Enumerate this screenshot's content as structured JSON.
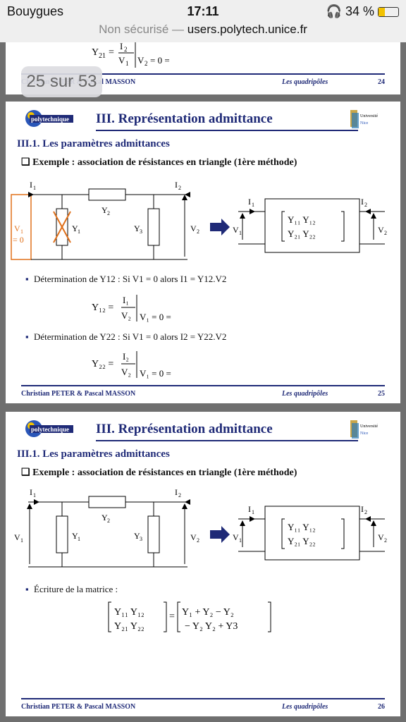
{
  "status": {
    "carrier": "Bouygues",
    "time": "17:11",
    "battery": "34 %"
  },
  "urlbar": {
    "prefix": "Non sécurisé — ",
    "host": "users.polytech.unice.fr"
  },
  "page_badge": "25 sur 53",
  "prev_slide": {
    "footer_left": "Christian PETER & Pascal MASSON",
    "footer_mid": "Les quadripôles",
    "page": "24"
  },
  "slide": {
    "title": "III. Représentation admittance",
    "section": "III.1. Les paramètres admittances",
    "example": "Exemple : association de résistances en triangle (1ère méthode)",
    "footer_left": "Christian PETER & Pascal MASSON",
    "footer_mid": "Les quadripôles"
  },
  "slide25": {
    "page": "25",
    "bullet1": "Détermination de Y12 : Si V1 = 0 alors I1 = Y12.V2",
    "bullet2": "Détermination de Y22 : Si V1 = 0 alors I2 = Y22.V2"
  },
  "slide26": {
    "page": "26",
    "bullet1": "Écriture de la matrice :"
  },
  "colors": {
    "navy": "#1f2a77",
    "orange": "#e0701a"
  }
}
